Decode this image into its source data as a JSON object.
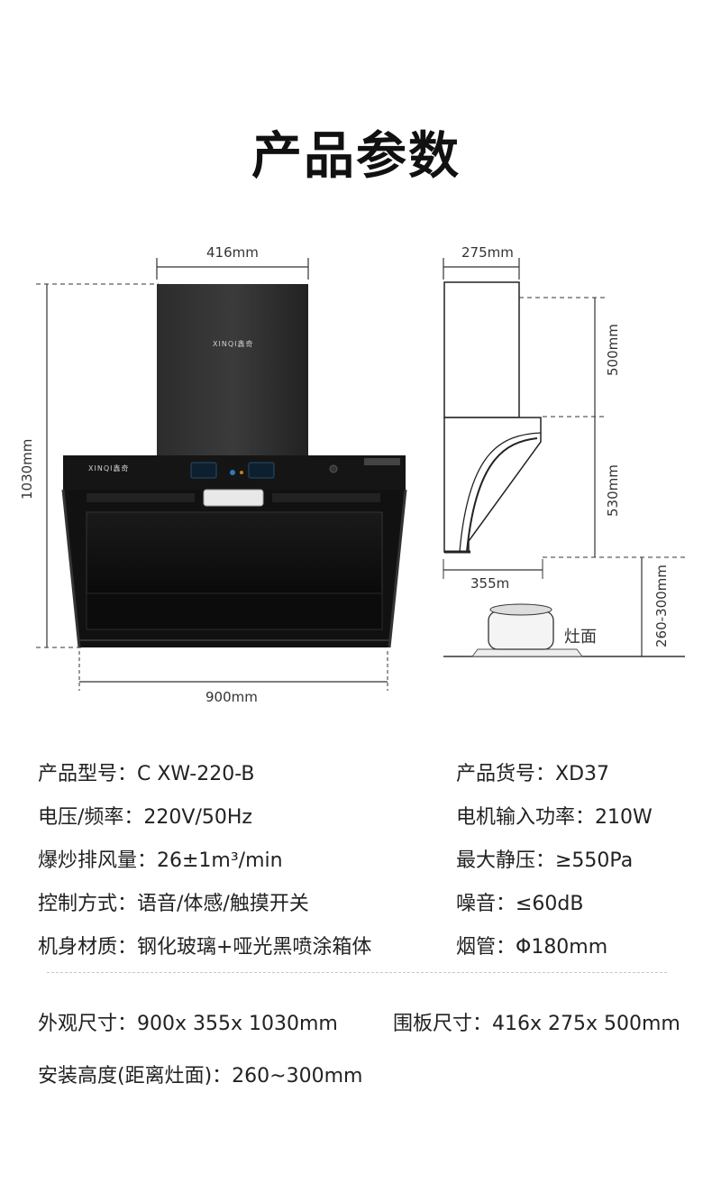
{
  "title": "产品参数",
  "diagram": {
    "front_width": "416mm",
    "side_width": "275mm",
    "total_height": "1030mm",
    "upper_height": "500mm",
    "lower_height": "530mm",
    "base_width": "900mm",
    "side_depth": "355m",
    "install_gap": "260-300mm",
    "stove_label": "灶面",
    "brand_chimney": "XINQI鑫奇",
    "brand_panel": "XINQI鑫奇"
  },
  "specs": {
    "model": "产品型号：C XW-220-B",
    "item_no": "产品货号：XD37",
    "voltage": "电压/频率：220V/50Hz",
    "motor_power": "电机输入功率：210W",
    "airflow": "爆炒排风量：26±1m³/min",
    "static_pressure": "最大静压：≥550Pa",
    "control": "控制方式：语音/体感/触摸开关",
    "noise": "噪音：≤60dB",
    "material": "机身材质：钢化玻璃+哑光黑喷涂箱体",
    "pipe": "烟管：Φ180mm",
    "outer_size": "外观尺寸：900x 355x 1030mm",
    "panel_size": "围板尺寸：416x 275x 500mm",
    "install_height": "安装高度(距离灶面)：260~300mm"
  }
}
